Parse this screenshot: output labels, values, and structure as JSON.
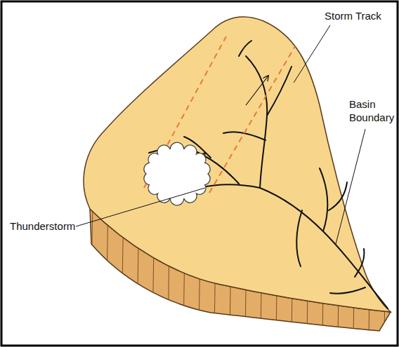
{
  "diagram": {
    "labels": [
      "Storm Track",
      "Basin Boundary",
      "Thunderstorm"
    ]
  }
}
